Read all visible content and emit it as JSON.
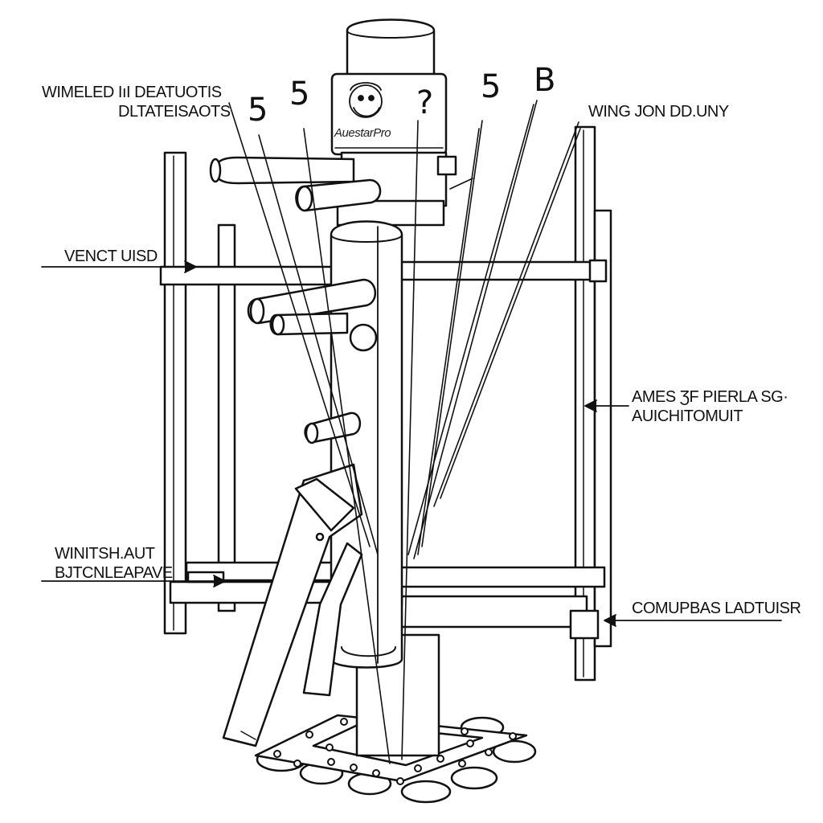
{
  "labels": {
    "top_left_line1": "WIMELED IıI DEATUOTIS",
    "top_left_line2": "DLTATEISAOTS",
    "top_right": "WING JON DD.UNY",
    "left_mid": "VENCT UISD",
    "right_mid_line1": "AMES ƷF PIERLA SG·",
    "right_mid_line2": "AUICHITOMUIT",
    "bottom_left_line1": "WINITSH.AUT",
    "bottom_left_line2": "BJTCNLEAPAVE",
    "bottom_right": "COMUPBAS LADTUISR"
  },
  "callout_numbers": [
    "5",
    "5",
    "?",
    "5",
    "B"
  ],
  "logo": {
    "text": "AuestarPro",
    "icon": "bearded-face-emblem-icon"
  },
  "colors": {
    "line": "#111111",
    "background": "#ffffff"
  }
}
